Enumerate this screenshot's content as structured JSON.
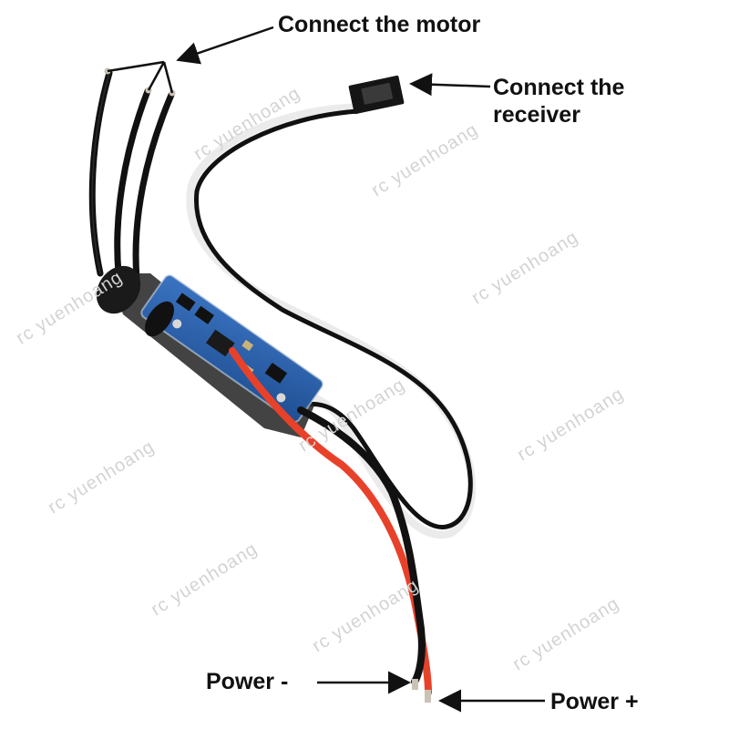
{
  "labels": {
    "motor": "Connect the motor",
    "receiver_line1": "Connect the",
    "receiver_line2": "receiver",
    "power_negative": "Power -",
    "power_positive": "Power +"
  },
  "watermark": "rc yuenhoang",
  "colors": {
    "background": "#ffffff",
    "wire_black": "#111111",
    "wire_red": "#e8412a",
    "wire_white": "#f4f4f4",
    "pcb": "#2a5fa8",
    "heatshrink": "#1a1a1a"
  }
}
